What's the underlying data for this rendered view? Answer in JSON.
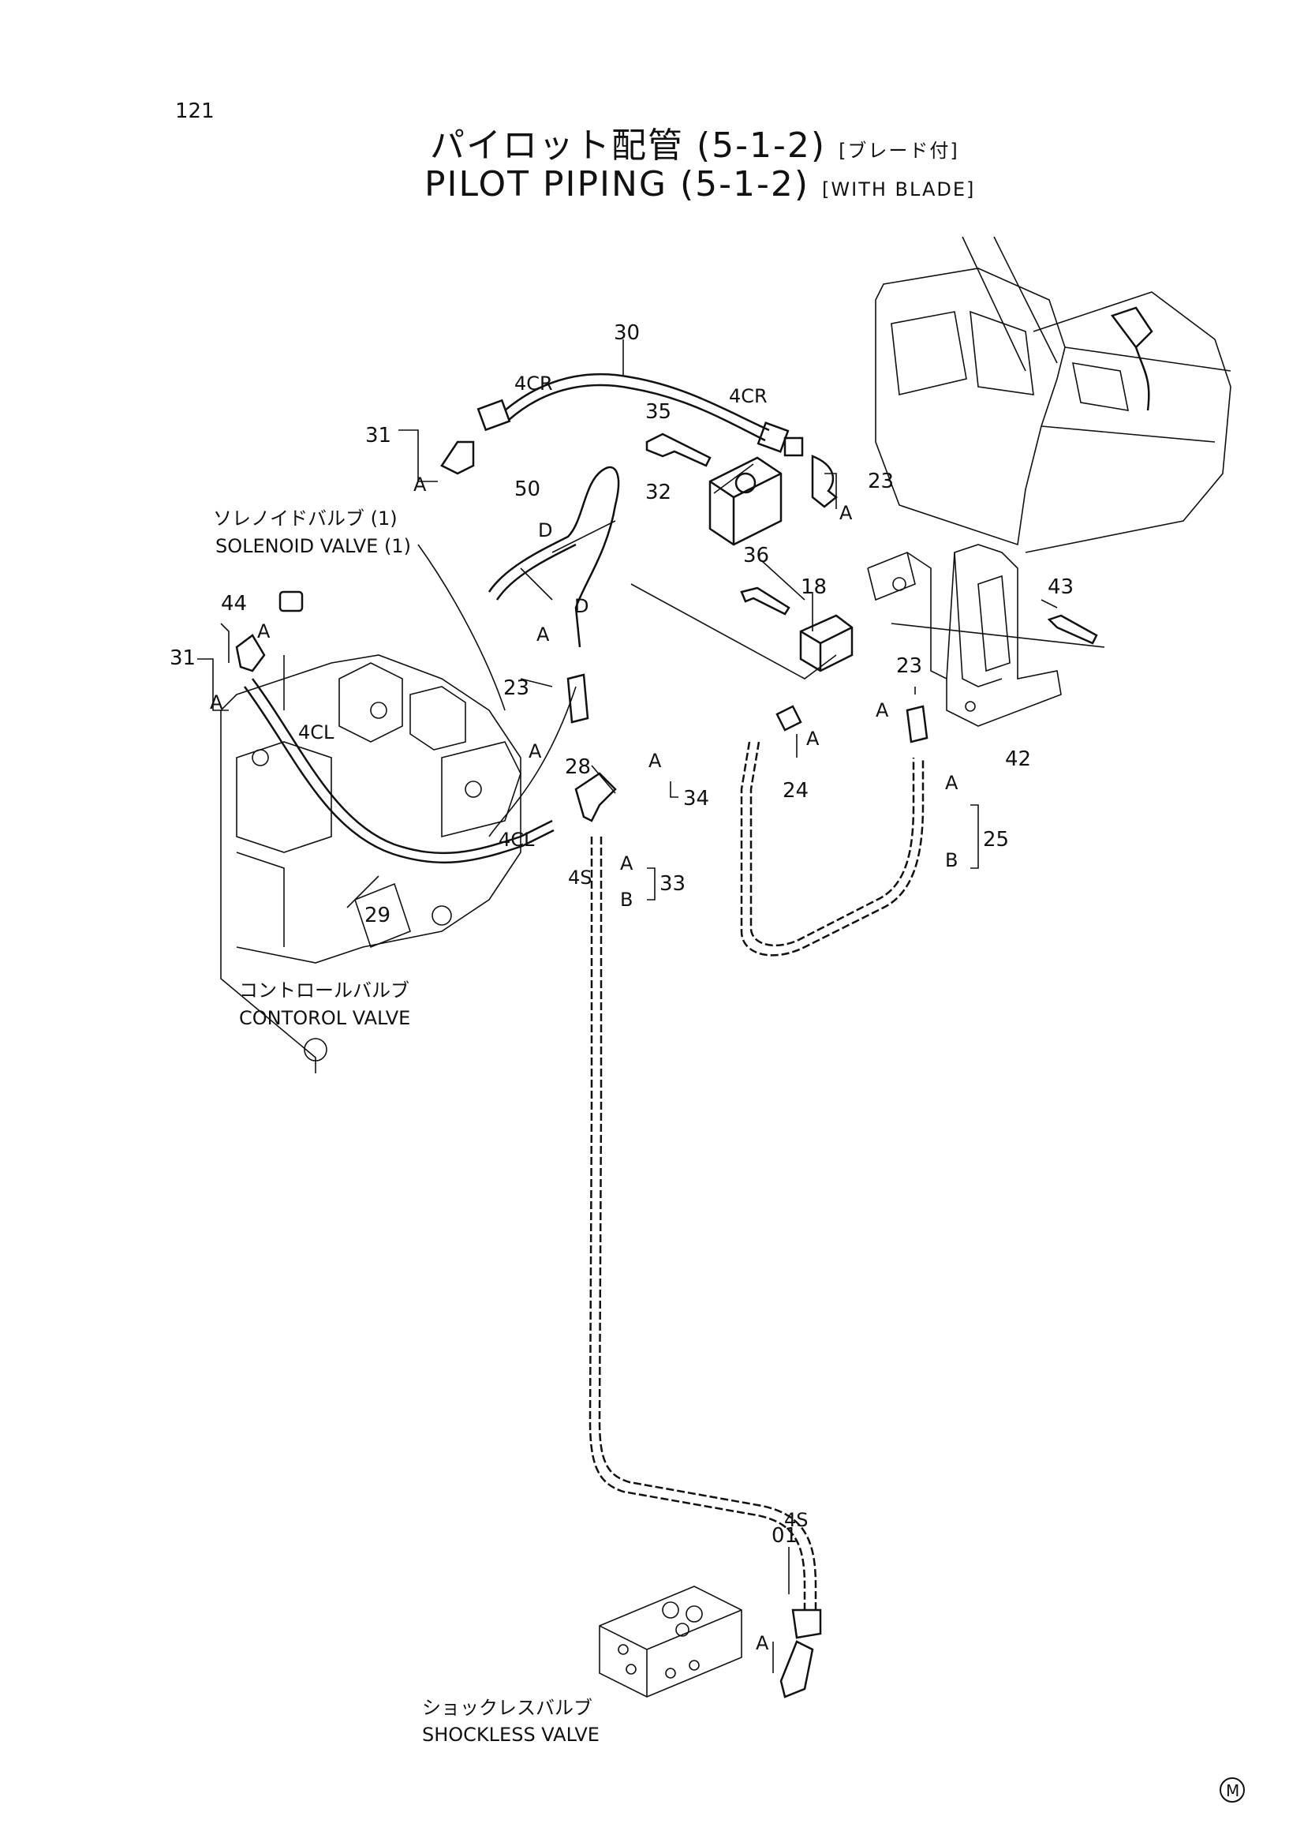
{
  "page_number": "121",
  "title": {
    "jp": "パイロット配管 (5-1-2)",
    "jp_suffix": "[ブレード付]",
    "en": "PILOT PIPING (5-1-2)",
    "en_suffix": "[WITH BLADE]"
  },
  "captions": {
    "solenoid_jp": "ソレノイドバルブ (1)",
    "solenoid_en": "SOLENOID VALVE (1)",
    "control_jp": "コントロールバルブ",
    "control_en": "CONTOROL VALVE",
    "shockless_jp": "ショックレスバルブ",
    "shockless_en": "SHOCKLESS VALVE"
  },
  "part_labels": {
    "p30": "30",
    "p35": "35",
    "p31a": "31",
    "p32": "32",
    "p23a": "23",
    "p50": "50",
    "p36": "36",
    "p18": "18",
    "p43": "43",
    "p44": "44",
    "p31b": "31",
    "p23b": "23",
    "p28": "28",
    "p34": "34",
    "p23c": "23",
    "p24": "24",
    "p25": "25",
    "p42": "42",
    "p33": "33",
    "p29": "29",
    "p01": "01"
  },
  "markers": {
    "a": "A",
    "b": "B",
    "d": "D",
    "cr4": "4CR",
    "cl4": "4CL",
    "s4": "4S"
  },
  "corner_mark": "M"
}
